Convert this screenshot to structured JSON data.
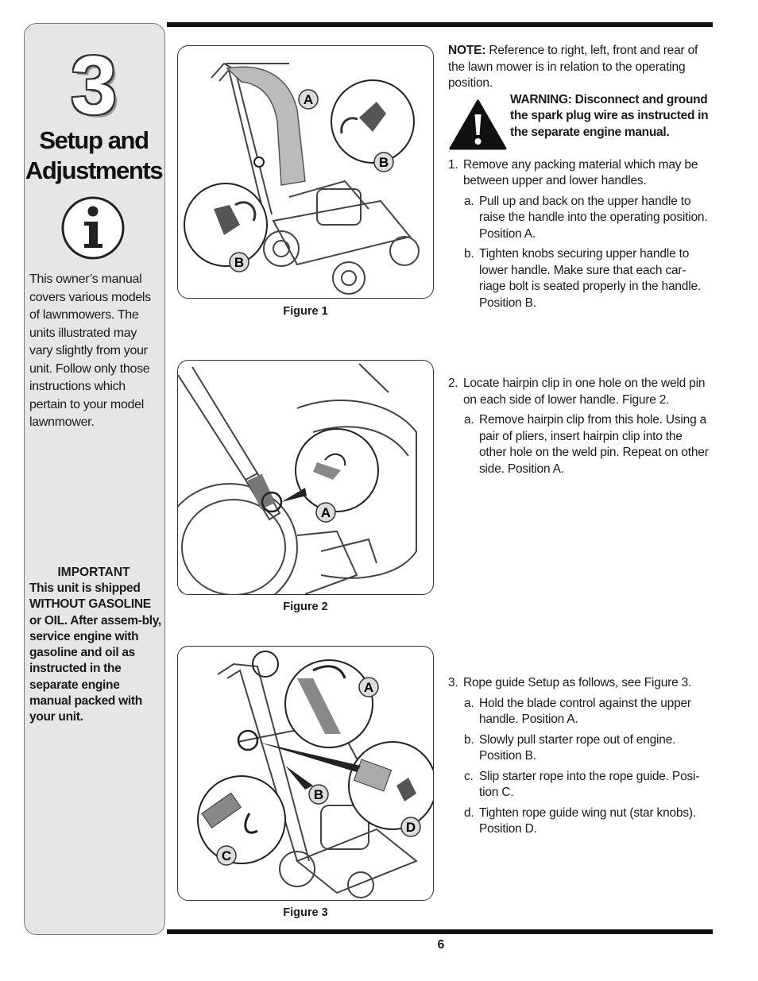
{
  "sidebar": {
    "chapter_number": "3",
    "title_line1": "Setup and",
    "title_line2": "Adjustments",
    "info_icon": "info-icon",
    "intro": "This owner’s manual covers various models of lawnmowers. The units illustrated may vary slightly from your unit. Follow only those instructions which pertain to your model lawnmower.",
    "important_heading": "IMPORTANT",
    "important_text": "This unit is shipped WITHOUT GASOLINE or OIL.  After assem-bly, service engine with gasoline and oil as instructed in the separate engine manual packed with your unit."
  },
  "figures": {
    "figure1": {
      "caption": "Figure 1",
      "labels": [
        "A",
        "B",
        "B"
      ]
    },
    "figure2": {
      "caption": "Figure 2",
      "labels": [
        "A"
      ]
    },
    "figure3": {
      "caption": "Figure 3",
      "labels": [
        "A",
        "B",
        "C",
        "D"
      ]
    }
  },
  "section1": {
    "note_label": "NOTE:",
    "note_text": " Reference to right, left, front and rear of the lawn mower is in relation to the operating position.",
    "warning_icon": "warning-triangle-icon",
    "warning_text": "WARNING: Disconnect and ground the spark plug wire as instructed in the separate engine manual.",
    "step1_num": "1.",
    "step1_text": "Remove any packing material which may be between upper and lower handles.",
    "step1a_lbl": "a.",
    "step1a_text": "Pull up and back on the upper handle to raise the handle into the operating position. Position A.",
    "step1b_lbl": "b.",
    "step1b_text": "Tighten knobs securing upper handle to lower handle. Make sure that each car-riage bolt is seated properly in the handle. Position B."
  },
  "section2": {
    "step2_num": "2.",
    "step2_text": "Locate hairpin clip in one hole on the weld pin on each side of lower handle. Figure 2.",
    "step2a_lbl": "a.",
    "step2a_text": "Remove hairpin clip from this hole. Using a pair of pliers, insert hairpin clip into the other hole on the weld pin. Repeat on other side.  Position A."
  },
  "section3": {
    "step3_num": "3.",
    "step3_text": "Rope guide Setup as follows, see Figure 3.",
    "step3a_lbl": "a.",
    "step3a_text": "Hold the blade control against the upper handle. Position A.",
    "step3b_lbl": "b.",
    "step3b_text": "Slowly pull starter rope out of engine. Position B.",
    "step3c_lbl": "c.",
    "step3c_text": "Slip starter rope into the rope guide. Posi-tion C.",
    "step3d_lbl": "d.",
    "step3d_text": "Tighten rope guide wing nut (star knobs). Position D."
  },
  "page_number": "6"
}
